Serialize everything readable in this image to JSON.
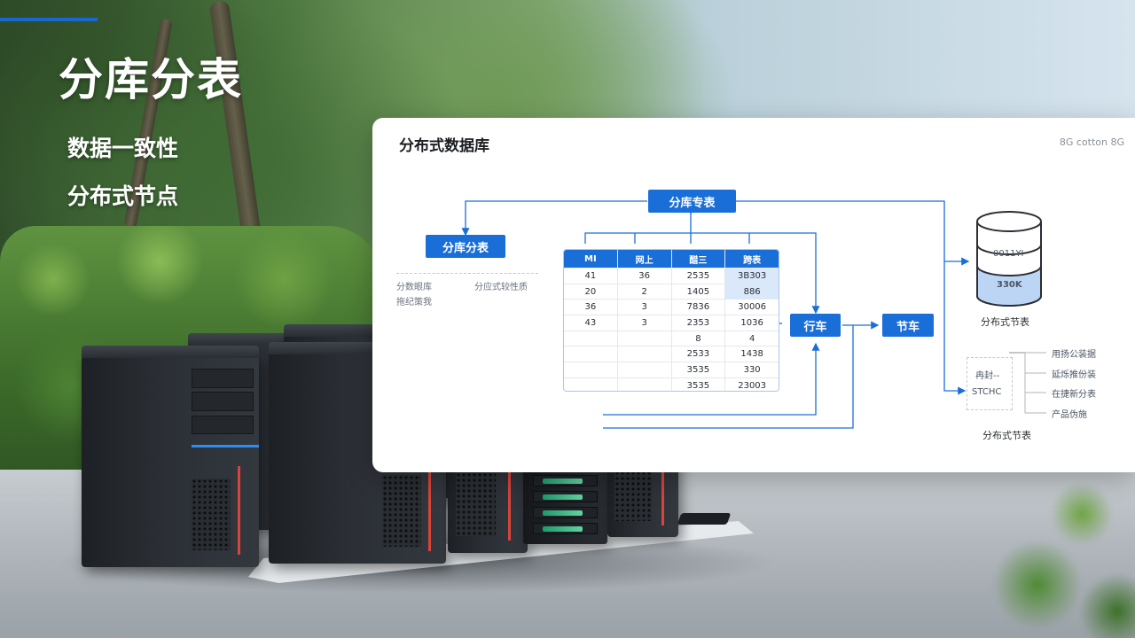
{
  "slide": {
    "title": "分库分表",
    "bullets": [
      "数据一致性",
      "分布式节点"
    ]
  },
  "panel": {
    "title": "分布式数据库",
    "tag": "8G cotton 8G",
    "top_box": "分库专表",
    "left_box": "分库分表",
    "left_notes_a": [
      "分数眼库",
      "拖纪策我"
    ],
    "left_notes_b": [
      "分应式较性质"
    ],
    "table": {
      "headers": [
        "MI",
        "网上",
        "醋三",
        "跨表"
      ],
      "rows": [
        [
          "41",
          "36",
          "2535",
          "3B303"
        ],
        [
          "20",
          "2",
          "1405",
          "886"
        ],
        [
          "36",
          "3",
          "7836",
          "30006"
        ],
        [
          "43",
          "3",
          "2353",
          "1036"
        ],
        [
          "",
          "",
          "8",
          "4"
        ],
        [
          "",
          "",
          "2533",
          "1438"
        ],
        [
          "",
          "",
          "3535",
          "330"
        ],
        [
          "",
          "",
          "3535",
          "23003"
        ]
      ],
      "highlight_col": 3,
      "highlight_rows": [
        0,
        1
      ]
    },
    "box_row": "行车",
    "box_node": "节车",
    "cylinder": {
      "top_label": "0011YI",
      "bottom_label": "330K",
      "caption": "分布式节表"
    },
    "legend": {
      "left": [
        "冉封--",
        "STCHC"
      ],
      "items": [
        "用扬公装据",
        "延烁推份装",
        "在捷新分表",
        "产品伪施"
      ],
      "caption": "分布式节表"
    }
  },
  "colors": {
    "accent": "#1a6ed8",
    "title_bar": "#1769d1",
    "cylinder_fill": "#bcd5f4"
  }
}
